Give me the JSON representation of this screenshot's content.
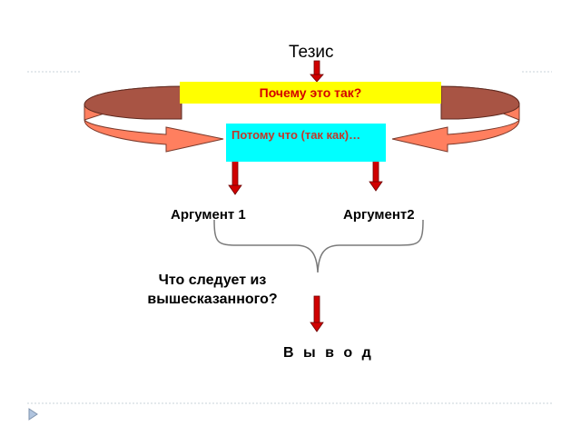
{
  "thesis": "Тезис",
  "why": "Почему это так?",
  "because": "Потому что (так как)…",
  "arguments": [
    "Аргумент 1",
    "Аргумент2"
  ],
  "question": "Что  следует из вышесказанного?",
  "conclusion": "В ы в о д",
  "colors": {
    "why_box": "#ffff00",
    "why_text": "#d40000",
    "because_box": "#00ffff",
    "because_text": "#c0392b",
    "arrow": "#d00000",
    "loop_arrow": "#ff7f5f",
    "loop_arrow_top": "#a85444",
    "divider": "#c9d3d8"
  },
  "icons": [
    "play-triangle-icon"
  ]
}
